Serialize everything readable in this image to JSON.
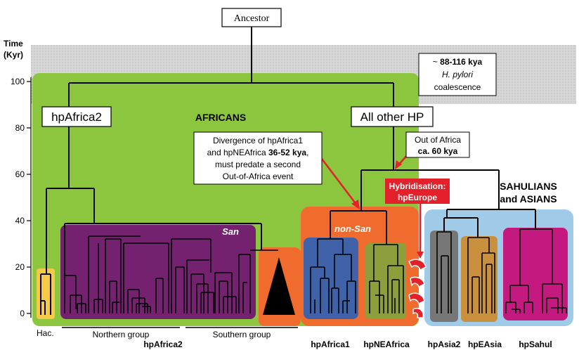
{
  "axis": {
    "title_line1": "Time",
    "title_line2": "(Kyr)",
    "ticks": [
      "100",
      "80",
      "60",
      "40",
      "20",
      "0"
    ]
  },
  "nodes": {
    "ancestor": "Ancestor",
    "hpafrica2_box": "hpAfrica2",
    "all_other_hp": "All other HP"
  },
  "regions": {
    "africans": "AFRICANS",
    "san": "San",
    "non_san": "non-San",
    "sahulians_line1": "SAHULIANS",
    "sahulians_line2": "and ASIANS"
  },
  "annotations": {
    "coalescence_line1": "~ 88-116 kya",
    "coalescence_line2": "H. pylori",
    "coalescence_line3": "coalescence",
    "divergence_line1": "Divergence of hpAfrica1",
    "divergence_line2a": "and hpNEAfrica ",
    "divergence_line2b": "36-52 kya",
    "divergence_line2c": ",",
    "divergence_line3": "must predate a second",
    "divergence_line4": "Out-of-Africa event",
    "out_of_africa_line1": "Out of Africa",
    "out_of_africa_line2": "ca. 60 kya",
    "hybrid_line1": "Hybridisation:",
    "hybrid_line2": "hpEurope"
  },
  "bottom_labels": {
    "hac": "Hac.",
    "northern": "Northern group",
    "southern": "Southern group",
    "hpafrica2": "hpAfrica2",
    "hpafrica1": "hpAfrica1",
    "hpneafrica": "hpNEAfrica",
    "hpasia2": "hpAsia2",
    "hpeasia": "hpEAsia",
    "hpsahul": "hpSahul"
  },
  "colors": {
    "africans_green": "#8cc63f",
    "san_purple": "#74226f",
    "non_san_orange": "#ef6c2e",
    "sahul_blue": "#9fcbe9",
    "hpafrica1_blue": "#3f62a8",
    "hpneafrica_olive": "#8d9f3c",
    "hpasia2_gray": "#777777",
    "hpeasia_gold": "#c9913d",
    "hpsahul_magenta": "#c4197f",
    "hac_yellow": "#f7c948",
    "hybrid_red": "#e4202a",
    "coalescence_gray": "#d9d9d9"
  }
}
